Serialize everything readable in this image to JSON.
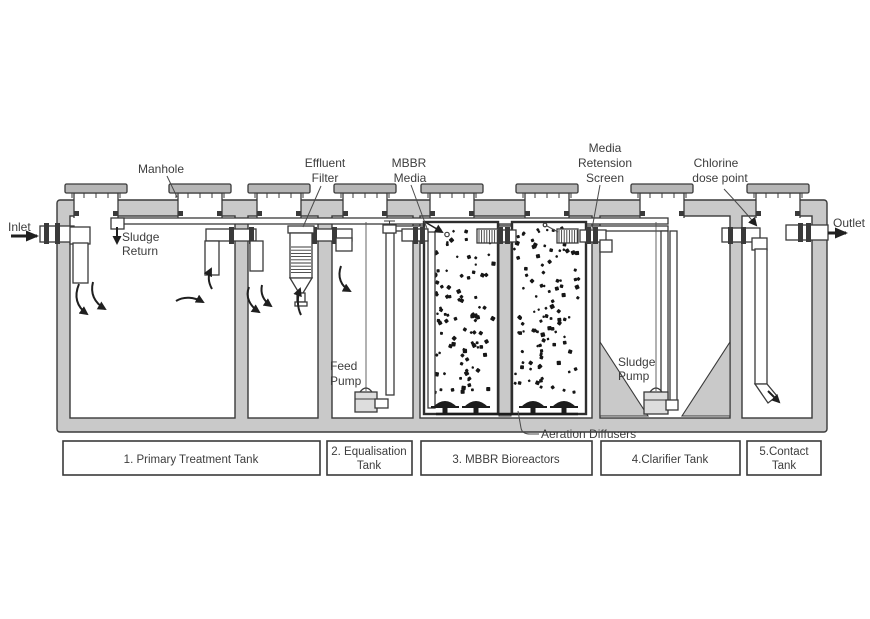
{
  "colors": {
    "wall": "#c9c9c9",
    "line": "#3a3a3a",
    "text": "#3d3d3d",
    "cap": "#b6b6b6",
    "dot": "#161616"
  },
  "labels": {
    "inlet": "Inlet",
    "manhole": "Manhole",
    "sludge_return": {
      "l1": "Sludge",
      "l2": "Return"
    },
    "effluent_filter": {
      "l1": "Effluent",
      "l2": "Filter"
    },
    "mbbr_media": {
      "l1": "MBBR",
      "l2": "Media"
    },
    "feed_pump": {
      "l1": "Feed",
      "l2": "Pump"
    },
    "media_retension_screen": {
      "l1": "Media",
      "l2": "Retension",
      "l3": "Screen"
    },
    "chlorine_dose_point": {
      "l1": "Chlorine",
      "l2": "dose point"
    },
    "sludge_pump": {
      "l1": "Sludge",
      "l2": "Pump"
    },
    "aeration_diffusers": "Aeration Diffusers",
    "outlet": "Outlet"
  },
  "tank_boxes": {
    "t1": "1. Primary Treatment Tank",
    "t2": {
      "l1": "2. Equalisation",
      "l2": "Tank"
    },
    "t3": "3. MBBR Bioreactors",
    "t4": "4.Clarifier Tank",
    "t5": {
      "l1": "5.Contact",
      "l2": "Tank"
    }
  }
}
